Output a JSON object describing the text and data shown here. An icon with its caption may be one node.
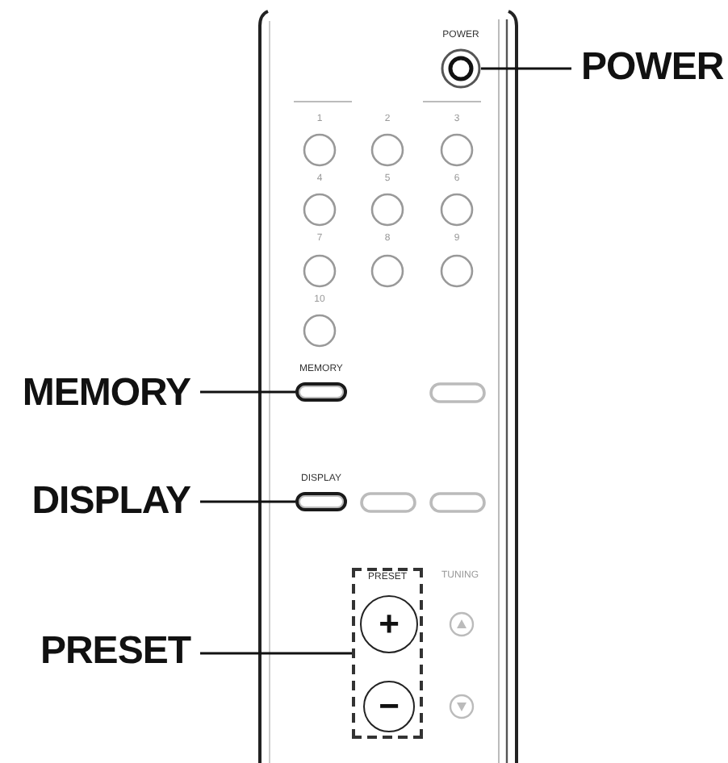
{
  "diagram": {
    "nodes": [
      {
        "text": [
          "POWER"
        ]
      },
      {
        "text": [],
        "shape": "circle",
        "beside": [
          "POWER"
        ]
      },
      {
        "text": [
          "MEMORY"
        ]
      },
      {
        "text": [],
        "shape": "pill",
        "beside": [
          "MEMORY"
        ]
      },
      {
        "text": [
          "DISPLAY"
        ]
      },
      {
        "text": [],
        "shape": "pill",
        "beside": [
          "DISPLAY"
        ]
      },
      {
        "text": [
          "PRESET"
        ]
      },
      {
        "text": [
          "PRESET"
        ]
      },
      {
        "text": [
          "+"
        ],
        "in": 7
      },
      {
        "text": [
          "−"
        ],
        "in": 7
      }
    ],
    "edges": [
      {
        "from": 0,
        "to": 1,
        "arrow": "none"
      },
      {
        "from": 2,
        "to": 3,
        "arrow": "none"
      },
      {
        "from": 4,
        "to": 5,
        "arrow": "none"
      },
      {
        "from": 6,
        "to": 7,
        "arrow": "none"
      }
    ],
    "labels": [
      "1",
      "2",
      "3",
      "4",
      "5",
      "6",
      "7",
      "8",
      "9",
      "10",
      "TUNING"
    ]
  }
}
